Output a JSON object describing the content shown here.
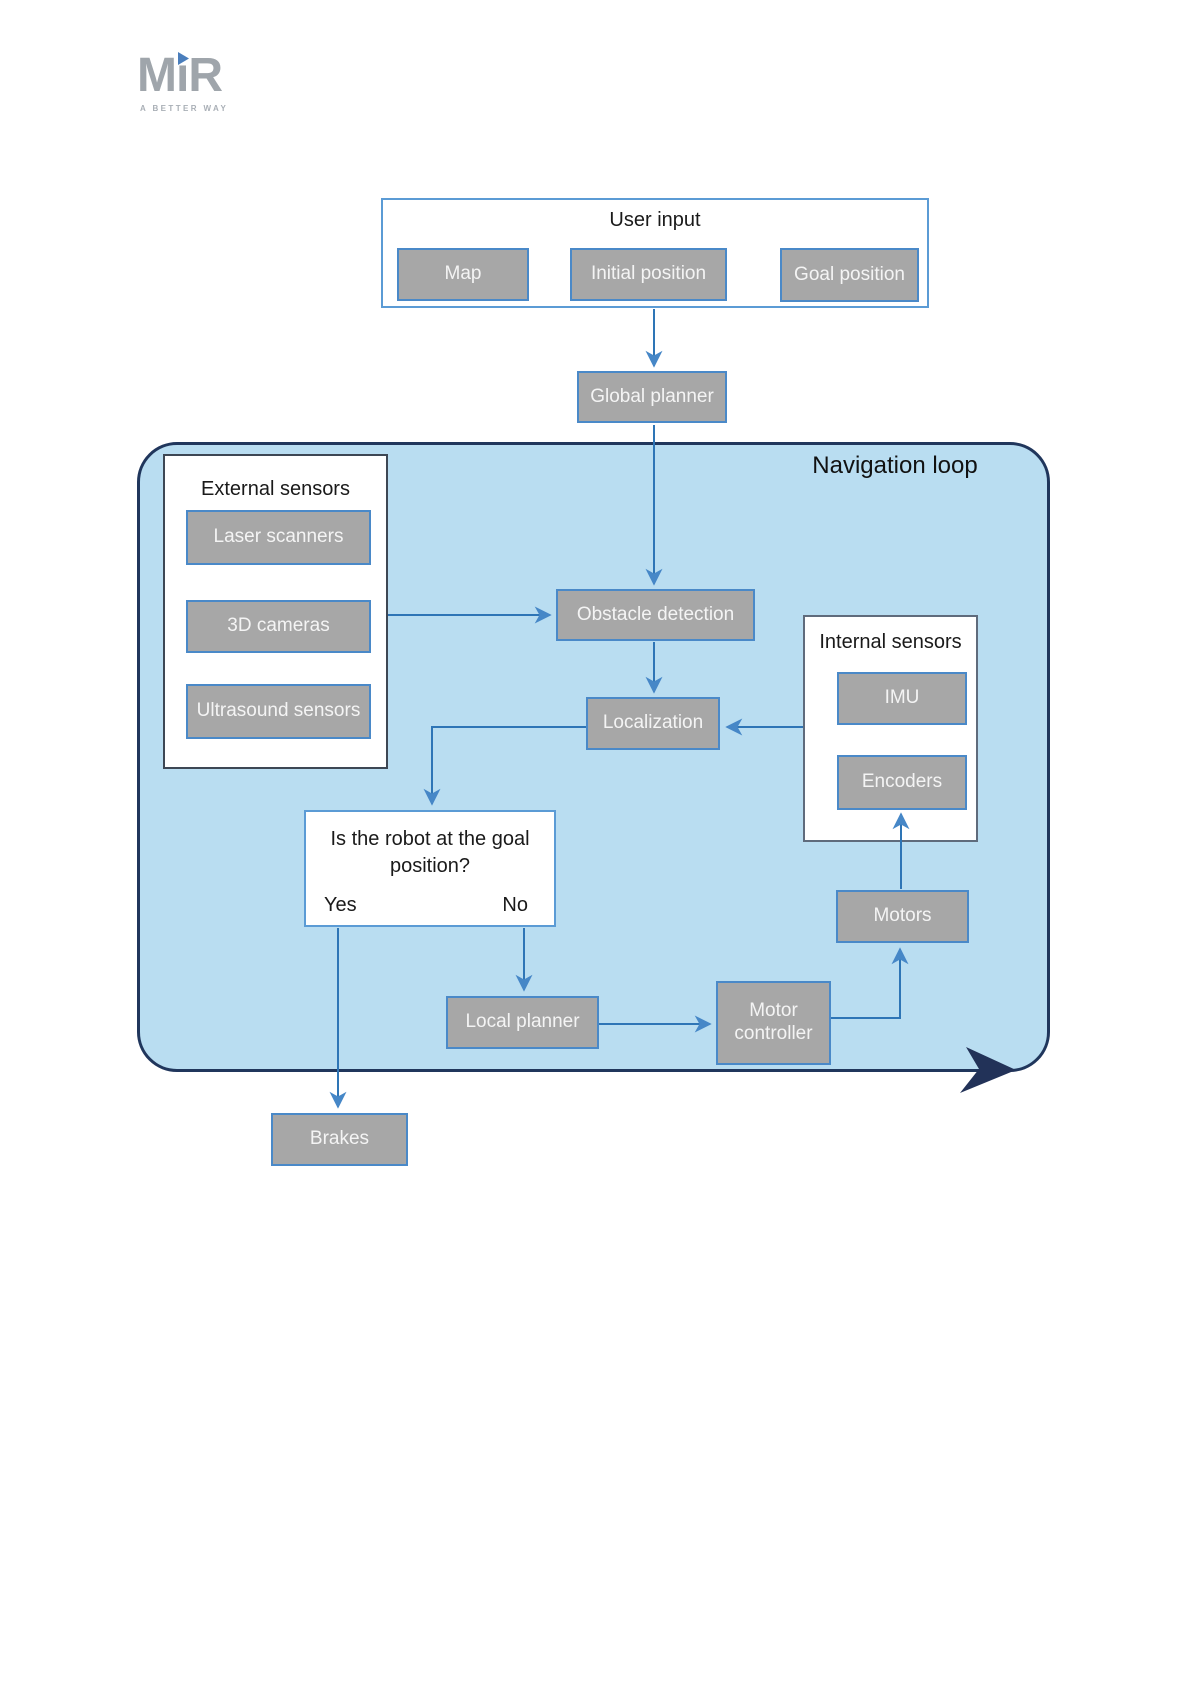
{
  "colors": {
    "node_fill": "#a7a7a7",
    "node_border": "#4a89c8",
    "node_text": "#f4f4f4",
    "container_border": "#5b9bd5",
    "loop_fill": "#b9ddf1",
    "loop_border": "#20365c",
    "arrow": "#2e75b6",
    "logo_gray": "#9fa5ab",
    "logo_blue": "#4a7ebc"
  },
  "logo": {
    "text": "MiR",
    "letters": [
      "M",
      "ı",
      "R"
    ],
    "tagline": "A BETTER WAY"
  },
  "user_input": {
    "title": "User input",
    "items": [
      "Map",
      "Initial position",
      "Goal position"
    ]
  },
  "global_planner": {
    "label": "Global planner"
  },
  "navigation_loop": {
    "title": "Navigation loop"
  },
  "external_sensors": {
    "title": "External sensors",
    "items": [
      "Laser scanners",
      "3D cameras",
      "Ultrasound sensors"
    ]
  },
  "internal_sensors": {
    "title": "Internal sensors",
    "items": [
      "IMU",
      "Encoders"
    ]
  },
  "nodes": {
    "obstacle_detection": "Obstacle detection",
    "localization": "Localization",
    "local_planner": "Local planner",
    "motor_controller": "Motor controller",
    "motors": "Motors",
    "brakes": "Brakes"
  },
  "decision": {
    "question": "Is the robot at the goal position?",
    "yes_label": "Yes",
    "no_label": "No"
  }
}
